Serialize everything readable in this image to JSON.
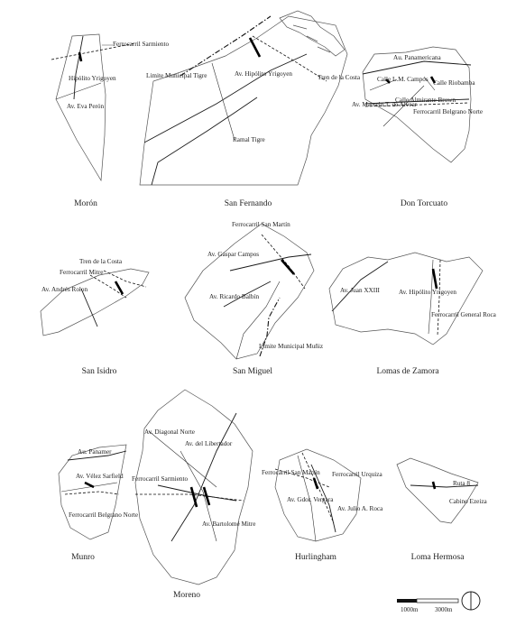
{
  "colors": {
    "ink": "#1a1a1a",
    "outline": "#555555",
    "paper": "#ffffff"
  },
  "maps": [
    {
      "id": "moron",
      "title": "Morón",
      "labels": [
        "Ferrocarril Sarmiento",
        "Hipólito Yrigoyen",
        "Av. Eva Perón"
      ]
    },
    {
      "id": "san-fernando",
      "title": "San Fernando",
      "labels": [
        "Limite Municipal Tigre",
        "Av. Hipólito Yrigoyen",
        "Tren de la Costa",
        "Ramal Tigre"
      ]
    },
    {
      "id": "don-torcuato",
      "title": "Don Torcuato",
      "labels": [
        "Au. Panamericana",
        "Calle L.M. Campos",
        "Calle Riobamba",
        "Calle Almirante Brown",
        "Av. Marcelo T. de Alvear",
        "Ferrocarril Belgrano Norte"
      ]
    },
    {
      "id": "san-isidro",
      "title": "San Isidro",
      "labels": [
        "Tren de la Costa",
        "Ferrocarril Mitre",
        "Av. Andrés Rolon"
      ]
    },
    {
      "id": "san-miguel",
      "title": "San Miguel",
      "labels": [
        "Ferrocarril San Martín",
        "Av. Gaspar Campos",
        "Av. Ricardo Balbín",
        "Limite Municipal Muñiz"
      ]
    },
    {
      "id": "lomas-de-zamora",
      "title": "Lomas de Zamora",
      "labels": [
        "Av. Juan XXIII",
        "Av. Hipólito Yrigoyen",
        "Ferrocarril General Roca"
      ]
    },
    {
      "id": "munro",
      "title": "Munro",
      "labels": [
        "Au. Panamer",
        "Av. Vélez Sarfield",
        "Ferrocarril Belgrano Norte"
      ]
    },
    {
      "id": "moreno",
      "title": "Moreno",
      "labels": [
        "Av. Diagonal Norte",
        "Av. del Libertador",
        "Ferrocarril Sarmiento",
        "Av. Bartolomé Mitre"
      ]
    },
    {
      "id": "hurlingham",
      "title": "Hurlingham",
      "labels": [
        "Ferrocarril San Martín",
        "Ferrocarril Urquiza",
        "Av. Gdor. Vergara",
        "Av. Julio A. Roca"
      ]
    },
    {
      "id": "loma-hermosa",
      "title": "Loma Hermosa",
      "labels": [
        "Ruta 8",
        "Cabino Ezeiza"
      ]
    }
  ],
  "scale_bar": {
    "tick_1": "1000m",
    "tick_2": "3000m"
  },
  "north_arrow": {
    "icon": "north-arrow-icon"
  }
}
